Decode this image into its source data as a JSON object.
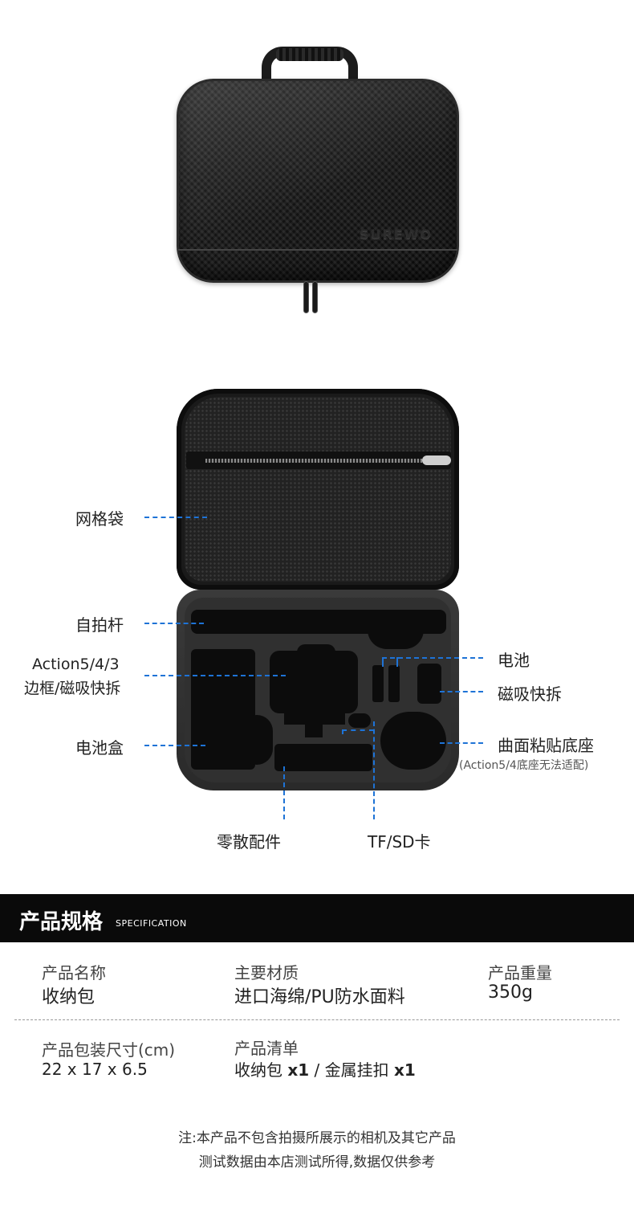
{
  "product": {
    "brand_logo": "SUREWO"
  },
  "callouts": {
    "mesh_bag": "网格袋",
    "selfie_stick": "自拍杆",
    "action_frame_line1": "Action5/4/3",
    "action_frame_line2": "边框/磁吸快拆",
    "battery_box": "电池盒",
    "battery": "电池",
    "magnetic_release": "磁吸快拆",
    "curved_mount": "曲面粘贴底座",
    "curved_mount_note": "(Action5/4底座无法适配)",
    "accessories": "零散配件",
    "tf_sd_card": "TF/SD卡"
  },
  "spec": {
    "title": "产品规格",
    "subtitle": "SPECIFICATION",
    "name_label": "产品名称",
    "name_value": "收纳包",
    "material_label": "主要材质",
    "material_value": "进口海绵/PU防水面料",
    "weight_label": "产品重量",
    "weight_value": "350g",
    "size_label": "产品包装尺寸(cm)",
    "size_value": "22 x 17 x 6.5",
    "list_label": "产品清单",
    "list_item1": "收纳包",
    "list_qty1": "x1",
    "list_sep": "/",
    "list_item2": "金属挂扣",
    "list_qty2": "x1"
  },
  "notes": {
    "line1": "注:本产品不包含拍摄所展示的相机及其它产品",
    "line2": "测试数据由本店测试所得,数据仅供参考"
  },
  "colors": {
    "accent_dash": "#1e73d6",
    "spec_bar": "#0a0a0a"
  }
}
